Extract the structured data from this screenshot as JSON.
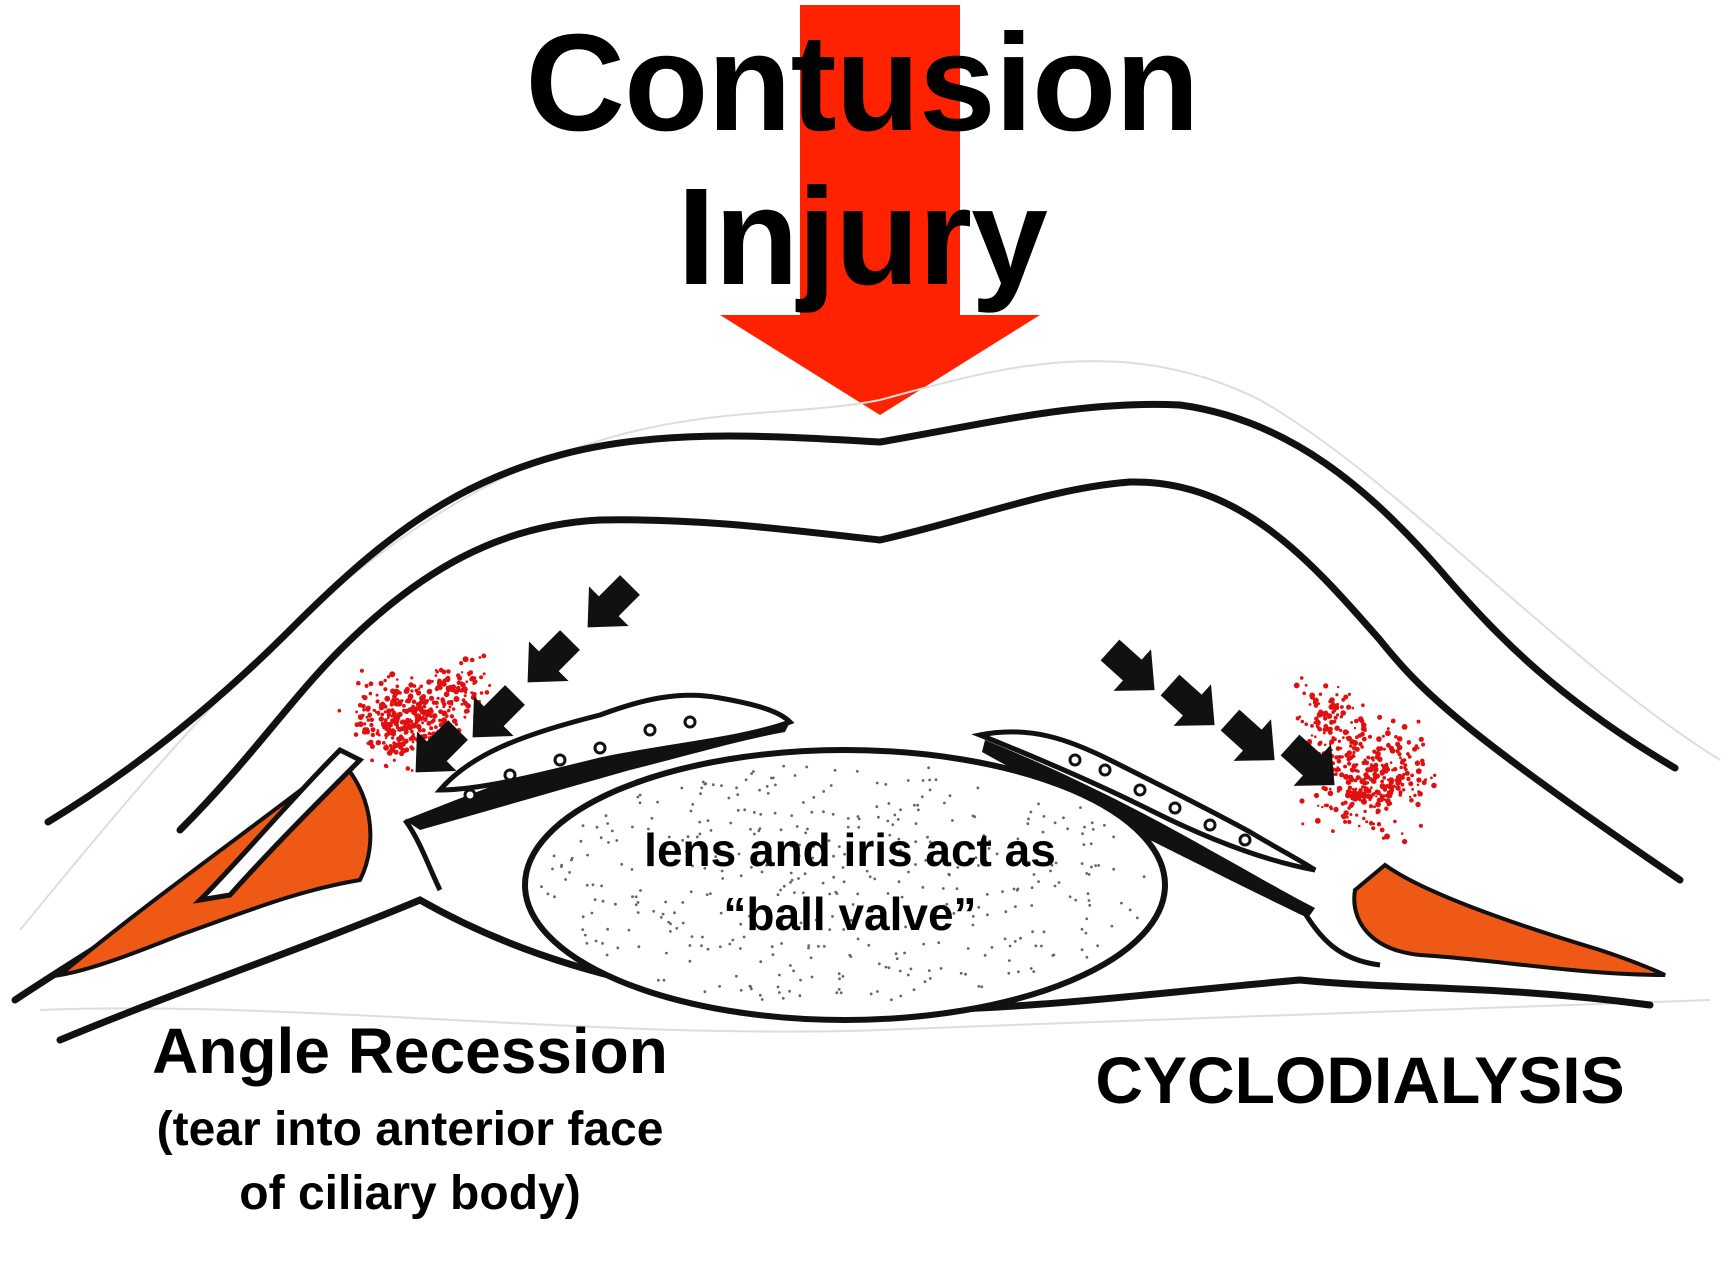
{
  "title": {
    "line1": "Contusion",
    "line2": "Injury"
  },
  "lens_label": {
    "line1": "lens and iris act as",
    "line2": "“ball valve”"
  },
  "angle_recession": {
    "title": "Angle Recession",
    "subtitle_line1": "(tear into anterior face",
    "subtitle_line2": "of ciliary body)"
  },
  "cyclodialysis": {
    "label": "CYCLODIALYSIS"
  },
  "colors": {
    "impact_arrow": "#ff2200",
    "ciliary_body": "#ee5a16",
    "hemorrhage_dots": "#e01010",
    "outline": "#111111",
    "background": "#ffffff"
  }
}
